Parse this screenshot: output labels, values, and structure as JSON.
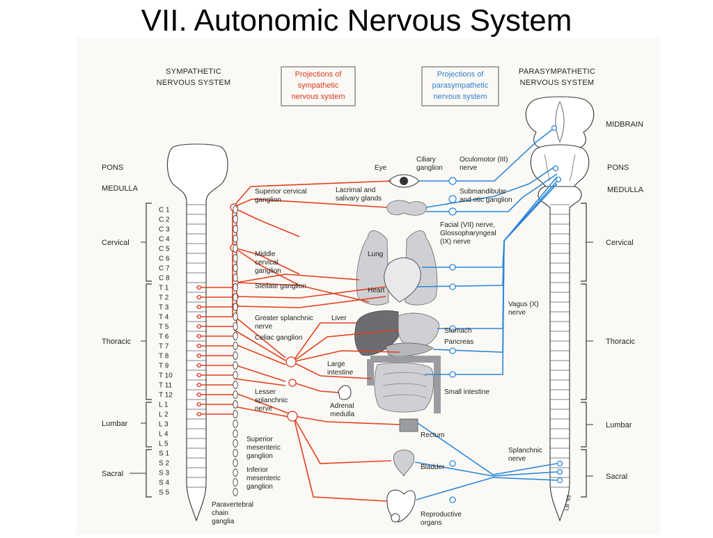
{
  "title": "VII.  Autonomic Nervous System",
  "headings": {
    "sympathetic": [
      "SYMPATHETIC",
      "NERVOUS SYSTEM"
    ],
    "parasympathetic": [
      "PARASYMPATHETIC",
      "NERVOUS SYSTEM"
    ],
    "sym_projections": [
      "Projections of",
      "sympathetic",
      "nervous system"
    ],
    "para_projections": [
      "Projections of",
      "parasympathetic",
      "nervous system"
    ]
  },
  "colors": {
    "sympathetic": "#d9361c",
    "parasympathetic": "#2a86d8"
  },
  "left_regions": {
    "pons": "PONS",
    "medulla": "MEDULLA",
    "cervical": "Cervical",
    "thoracic": "Thoracic",
    "lumbar": "Lumbar",
    "sacral": "Sacral"
  },
  "right_regions": {
    "midbrain": "MIDBRAIN",
    "pons": "PONS",
    "medulla": "MEDULLA",
    "cervical": "Cervical",
    "thoracic": "Thoracic",
    "lumbar": "Lumbar",
    "sacral": "Sacral"
  },
  "vertebrae": [
    "C 1",
    "C 2",
    "C 3",
    "C 4",
    "C 5",
    "C 6",
    "C 7",
    "C 8",
    "T 1",
    "T 2",
    "T 3",
    "T 4",
    "T 5",
    "T 6",
    "T 7",
    "T 8",
    "T 9",
    "T 10",
    "T 11",
    "T 12",
    "L 1",
    "L 2",
    "L 3",
    "L 4",
    "L 5",
    "S 1",
    "S 2",
    "S 3",
    "S 4",
    "S 5"
  ],
  "sympathetic_labels": {
    "superior_cervical": [
      "Superior cervical",
      "ganglion"
    ],
    "middle_cervical": [
      "Middle",
      "cervical",
      "ganglion"
    ],
    "stellate": "Stellate ganglion",
    "greater_splanchnic": [
      "Greater splanchnic",
      "nerve"
    ],
    "celiac": "Celiac ganglion",
    "lesser_splanchnic": [
      "Lesser",
      "splanchnic",
      "nerve"
    ],
    "superior_mesenteric": [
      "Superior",
      "mesenteric",
      "ganglion"
    ],
    "inferior_mesenteric": [
      "Inferior",
      "mesenteric",
      "ganglion"
    ],
    "paravertebral": [
      "Paravertebral",
      "chain",
      "ganglia"
    ]
  },
  "organ_labels": {
    "eye": "Eye",
    "lacrimal": [
      "Lacrimal and",
      "salivary glands"
    ],
    "lung": "Lung",
    "heart": "Heart",
    "liver": "Liver",
    "stomach": "Stomach",
    "pancreas": "Pancreas",
    "large_intestine": [
      "Large",
      "intestine"
    ],
    "small_intestine": "Small intestine",
    "adrenal": [
      "Adrenal",
      "medulla"
    ],
    "rectum": "Rectum",
    "bladder": "Bladder",
    "reproductive": [
      "Reproductive",
      "organs"
    ]
  },
  "parasympathetic_labels": {
    "ciliary": [
      "Ciliary",
      "ganglion"
    ],
    "oculomotor": [
      "Oculomotor (III)",
      "nerve"
    ],
    "submandibular": [
      "Submandibular",
      "and otic ganglion"
    ],
    "facial": [
      "Facial (VII) nerve,",
      "Glossopharyngeal",
      "(IX) nerve"
    ],
    "vagus": [
      "Vagus (X)",
      "nerve"
    ],
    "splanchnic": [
      "Splanchnic",
      "nerve"
    ]
  },
  "signature": "LB '93"
}
